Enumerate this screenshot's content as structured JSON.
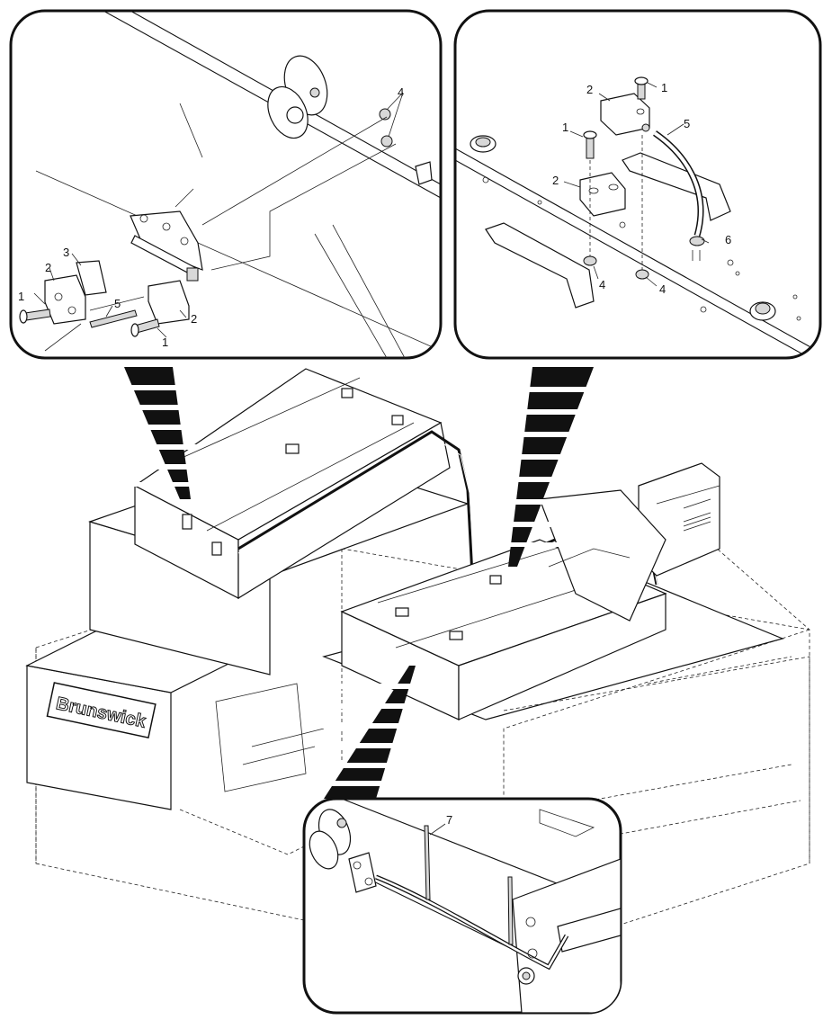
{
  "panels": [
    {
      "id": "hinge-detail",
      "callouts": [
        "1",
        "2",
        "3",
        "4",
        "5",
        "1",
        "2"
      ]
    },
    {
      "id": "handle-detail",
      "callouts": [
        "1",
        "2",
        "1",
        "2",
        "5",
        "6",
        "4",
        "4"
      ]
    },
    {
      "id": "cable-detail",
      "callouts": [
        "7"
      ]
    }
  ],
  "brand_logo": "Brunswick",
  "colors": {
    "line": "#111111",
    "background": "#ffffff",
    "frame": "#111111"
  }
}
